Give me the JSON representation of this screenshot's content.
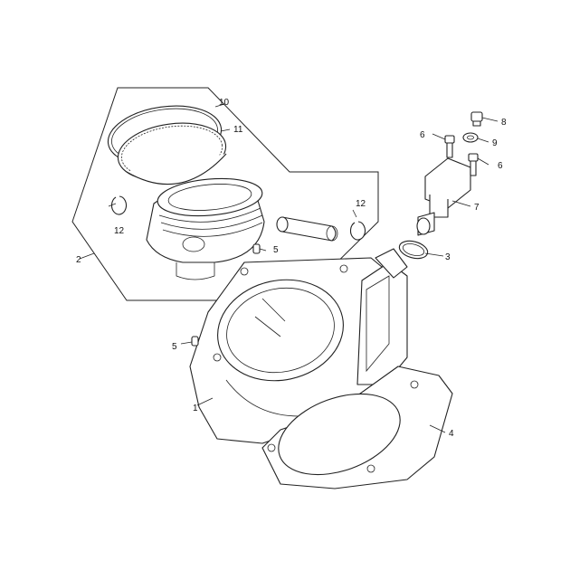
{
  "diagram": {
    "callouts": {
      "c1": "1",
      "c2": "2",
      "c3": "3",
      "c4": "4",
      "c5a": "5",
      "c5b": "5",
      "c6a": "6",
      "c6b": "6",
      "c7": "7",
      "c8": "8",
      "c9": "9",
      "c10": "10",
      "c11": "11",
      "c12a": "12",
      "c12b": "12"
    }
  }
}
